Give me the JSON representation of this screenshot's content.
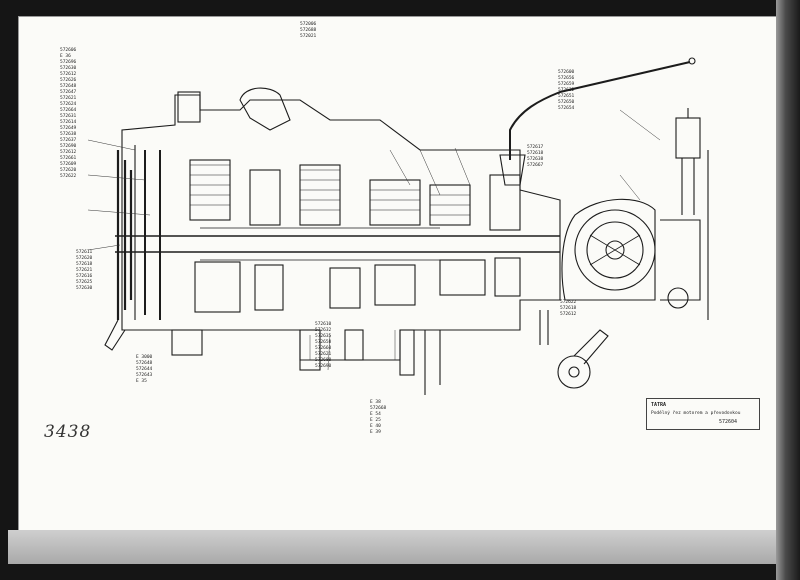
{
  "page_number": "3438",
  "title_block": {
    "maker": "TATRA",
    "description": "Podélný řez motorem a převodovkou",
    "drawing_no": "572604"
  },
  "callouts": {
    "left_column": [
      "572606",
      "E 36",
      "572696",
      "572630",
      "572612",
      "572626",
      "572648",
      "572647",
      "572621",
      "572624",
      "572664",
      "572631",
      "572614",
      "572649",
      "572638",
      "572637",
      "572690",
      "572612",
      "572661",
      "572609",
      "572620",
      "572622"
    ],
    "left_column_lower": [
      "572611",
      "572620",
      "572618",
      "572621",
      "572616",
      "572625",
      "572630"
    ],
    "bottom_left": [
      "E 3000",
      "572648",
      "572644",
      "572643",
      "E 35"
    ],
    "top_center": [
      "572006",
      "572688",
      "572021"
    ],
    "bottom_center": [
      "572610",
      "572632",
      "572635",
      "572658",
      "572660",
      "572621",
      "572688",
      "572690"
    ],
    "right_top": [
      "572600",
      "572656",
      "572659",
      "572632",
      "572651",
      "572650",
      "572654"
    ],
    "right_mid": [
      "572617",
      "572618",
      "572638",
      "572667"
    ],
    "right_bottom": [
      "572622",
      "572618",
      "572612"
    ],
    "misc": [
      "E 38",
      "572668",
      "E 54",
      "E 25",
      "E 40",
      "E 39"
    ]
  },
  "colors": {
    "paper": "#fbfbf8",
    "ink": "#1a1a1a",
    "scan_dark": "#151515"
  }
}
